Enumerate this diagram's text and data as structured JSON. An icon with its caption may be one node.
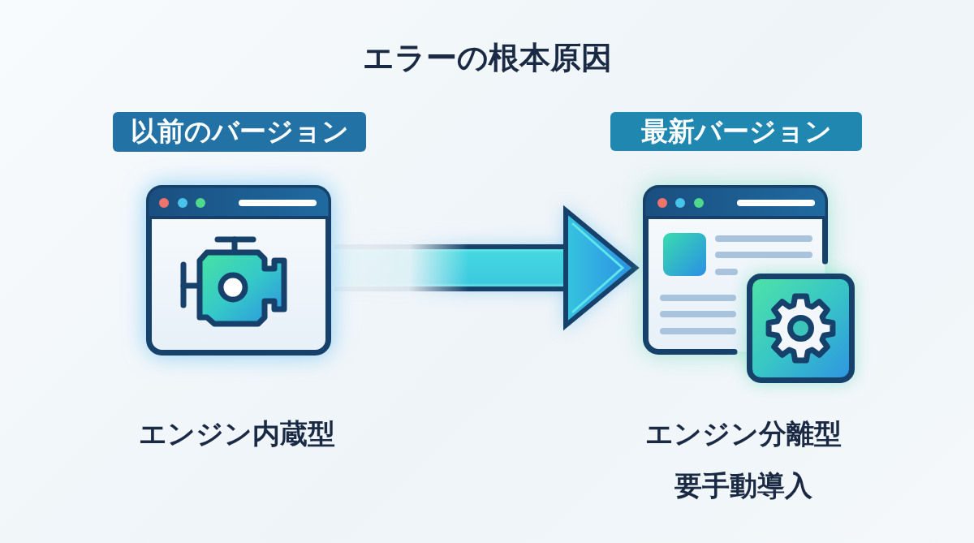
{
  "diagram": {
    "title": "エラーの根本原因",
    "nodes": [
      {
        "text": [
          "以前のバージョン"
        ]
      },
      {
        "text": [],
        "shape": "picture",
        "beside": [
          "エンジン内蔵型"
        ]
      },
      {
        "text": [
          "最新バージョン"
        ]
      },
      {
        "text": [],
        "shape": "picture",
        "beside": [
          "エンジン分離型",
          "要手動導入"
        ]
      }
    ],
    "edges": [
      {
        "from": 1,
        "to": 3,
        "arrow": "to"
      }
    ]
  }
}
